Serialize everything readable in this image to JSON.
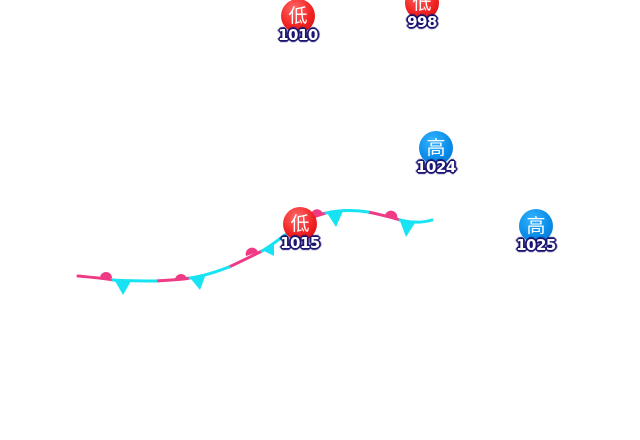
{
  "colors": {
    "low_center": "#f22222",
    "high_center": "#0a8de8",
    "pressure_outline": "#1a1470",
    "front_warm": "#ef3a86",
    "front_cold": "#17e3f2"
  },
  "pressure_centers": [
    {
      "id": "low-1",
      "type": "low",
      "symbol": "低",
      "value": "1010"
    },
    {
      "id": "low-2",
      "type": "low",
      "symbol": "低",
      "value": "998"
    },
    {
      "id": "high-1",
      "type": "high",
      "symbol": "高",
      "value": "1024"
    },
    {
      "id": "high-2",
      "type": "high",
      "symbol": "高",
      "value": "1025"
    },
    {
      "id": "low-3",
      "type": "low",
      "symbol": "低",
      "value": "1015"
    }
  ],
  "fronts": [
    {
      "type": "stationary",
      "icon": "stationary-front-icon"
    }
  ]
}
